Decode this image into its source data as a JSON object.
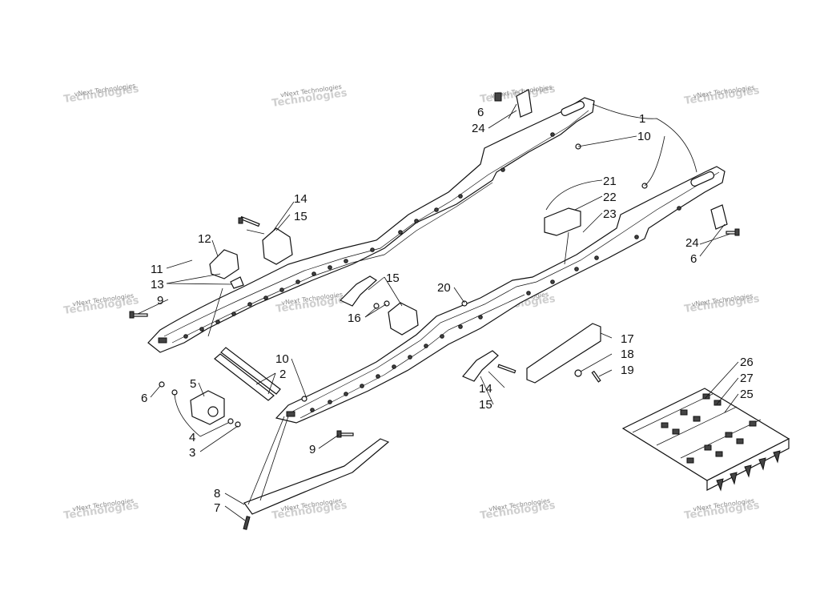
{
  "diagram": {
    "watermark_text": "vNext Technologies",
    "part_labels": [
      "1",
      "2",
      "3",
      "4",
      "5",
      "6",
      "7",
      "8",
      "9",
      "10",
      "11",
      "12",
      "13",
      "14",
      "15",
      "16",
      "17",
      "18",
      "19",
      "20",
      "21",
      "22",
      "23",
      "24",
      "25",
      "26",
      "27"
    ]
  }
}
